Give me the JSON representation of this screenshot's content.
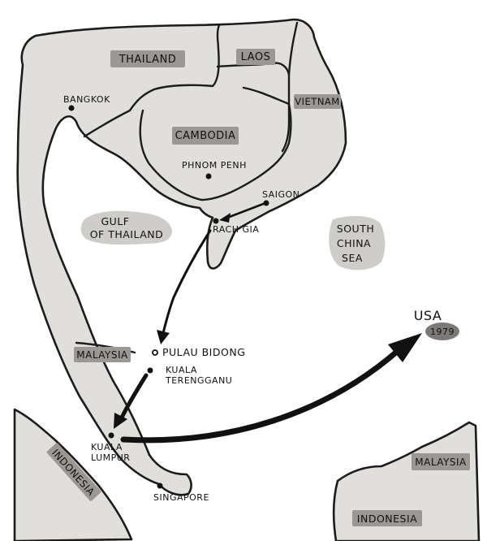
{
  "countries": {
    "thailand": "THAILAND",
    "laos": "LAOS",
    "cambodia": "CAMBODIA",
    "vietnam": "VIETNAM",
    "malaysia_peninsula": "MALAYSIA",
    "indonesia_left": "INDONESIA",
    "malaysia_borneo": "MALAYSIA",
    "indonesia_right": "INDONESIA",
    "usa": "USA"
  },
  "year": "1979",
  "water": {
    "gulf_line1": "GULF",
    "gulf_line2": "OF THAILAND",
    "sea_line1": "SOUTH",
    "sea_line2": "CHINA",
    "sea_line3": "SEA"
  },
  "cities": {
    "bangkok": "BANGKOK",
    "phnom_penh": "PHNOM PENH",
    "saigon": "SAIGON",
    "rach_gia": "RACH GIA",
    "pulau_bidong": "PULAU BIDONG",
    "kuala_terengganu_line1": "KUALA",
    "kuala_terengganu_line2": "TERENGGANU",
    "kuala_lumpur_line1": "KUALA",
    "kuala_lumpur_line2": "LUMPUR",
    "singapore": "SINGAPORE"
  },
  "route": [
    "SAIGON",
    "RACH GIA",
    "PULAU BIDONG",
    "KUALA TERENGGANU",
    "KUALA LUMPUR",
    "USA"
  ],
  "colors": {
    "land": "#e1dfdc",
    "label_tag": "#9b9893",
    "ink": "#111111",
    "background": "#ffffff"
  }
}
